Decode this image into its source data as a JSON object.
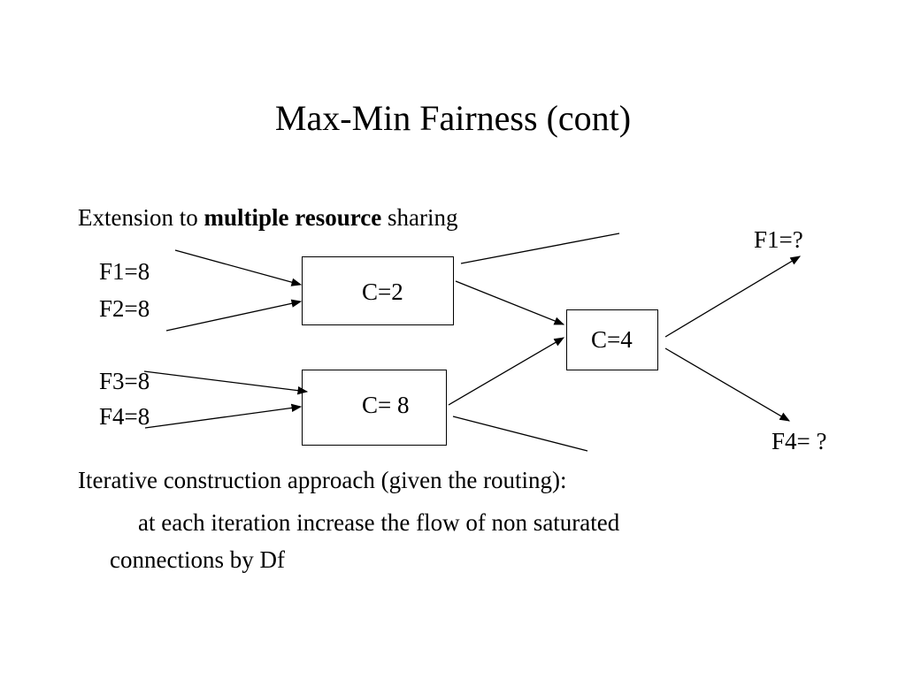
{
  "slide": {
    "title": "Max-Min Fairness (cont)",
    "extension": {
      "prefix": "Extension to ",
      "bold": "multiple resource",
      "suffix": " sharing"
    },
    "flows_in": [
      "F1=8",
      "F2=8",
      "F3=8",
      "F4=8"
    ],
    "flows_out": [
      "F1=?",
      "F4= ?"
    ],
    "links": {
      "upper": "C=2",
      "lower": "C= 8",
      "shared": "C=4"
    },
    "approach": "Iterative construction approach (given the routing):",
    "detail_line1": "at each iteration increase the flow of non saturated",
    "detail_line2": "connections by Df"
  }
}
